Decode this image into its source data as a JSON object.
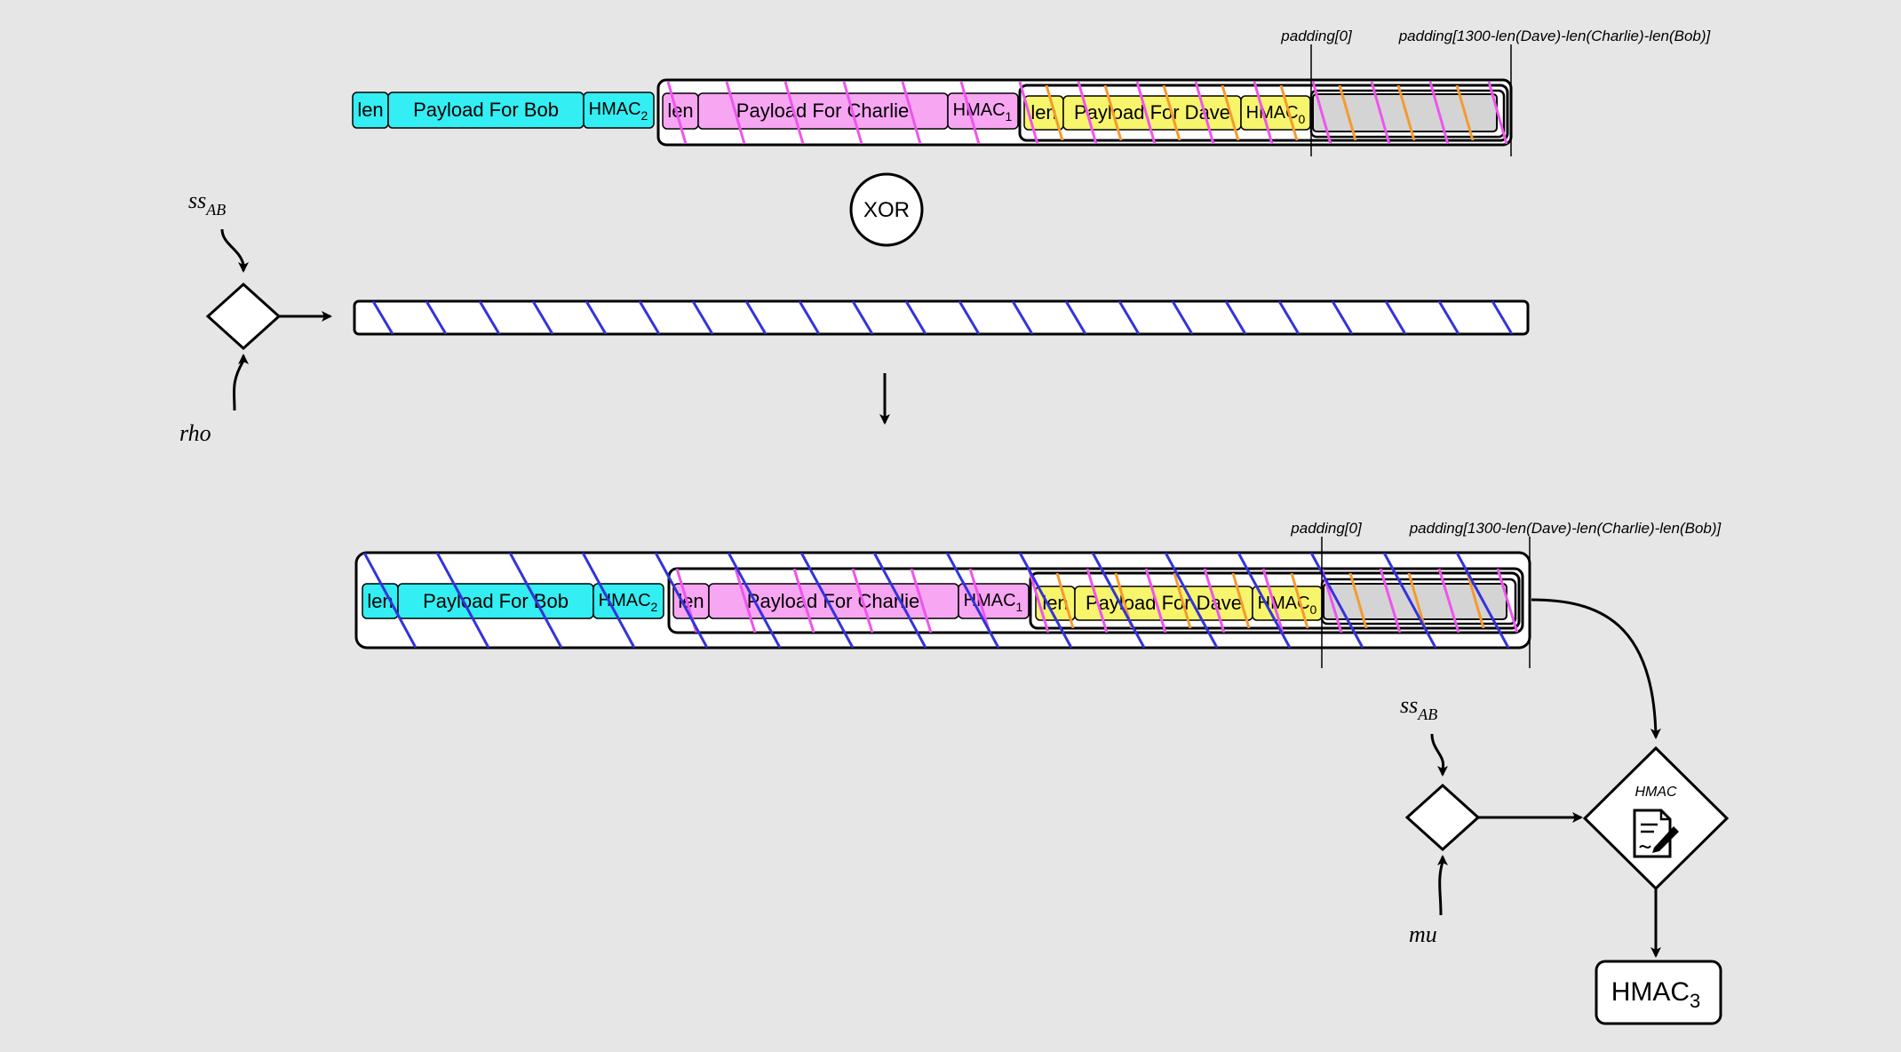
{
  "colors": {
    "background": "#e6e6e6",
    "bob": "#33eef2",
    "charlie": "#f7a6f2",
    "dave": "#f6f56c",
    "padding": "#d4d4d4",
    "stream_stripe": "#3333dd",
    "charlie_stripe": "#ee55ee",
    "dave_stripe": "#f59a30"
  },
  "top_packet": {
    "bob": {
      "len": "len",
      "payload": "Payload For Bob",
      "hmac": "HMAC",
      "hmac_sub": "2"
    },
    "charlie": {
      "len": "len",
      "payload": "Payload For Charlie",
      "hmac": "HMAC",
      "hmac_sub": "1"
    },
    "dave": {
      "len": "len",
      "payload": "Payload For Dave",
      "hmac": "HMAC",
      "hmac_sub": "0"
    },
    "padding_start": "padding[0]",
    "padding_end": "padding[1300-len(Dave)-len(Charlie)-len(Bob)]"
  },
  "xor_label": "XOR",
  "stream_key": {
    "input_top": "ss",
    "input_top_sub": "AB",
    "input_bottom": "rho"
  },
  "result_packet": {
    "bob": {
      "len": "len",
      "payload": "Payload For Bob",
      "hmac": "HMAC",
      "hmac_sub": "2"
    },
    "charlie": {
      "len": "len",
      "payload": "Payload For Charlie",
      "hmac": "HMAC",
      "hmac_sub": "1"
    },
    "dave": {
      "len": "len",
      "payload": "Payload For Dave",
      "hmac": "HMAC",
      "hmac_sub": "0"
    },
    "padding_start": "padding[0]",
    "padding_end": "padding[1300-len(Dave)-len(Charlie)-len(Bob)]"
  },
  "mac_key": {
    "input_top": "ss",
    "input_top_sub": "AB",
    "input_bottom": "mu"
  },
  "hmac_box": {
    "label": "HMAC",
    "icon": "document-sign-icon"
  },
  "output": {
    "label": "HMAC",
    "sub": "3"
  }
}
